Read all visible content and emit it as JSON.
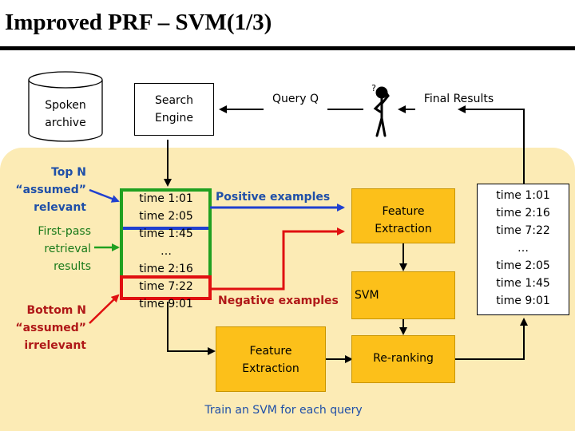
{
  "title": "Improved PRF – SVM(1/3)",
  "nodes": {
    "spoken_archive": [
      "Spoken",
      "archive"
    ],
    "search_engine": [
      "Search",
      "Engine"
    ],
    "query": "Query Q",
    "final_results": "Final Results",
    "user_mark": "?",
    "top_n": [
      "Top N",
      "“assumed”",
      "relevant"
    ],
    "first_pass": [
      "First-pass",
      "retrieval",
      "results"
    ],
    "bottom_n": [
      "Bottom N",
      "“assumed”",
      "irrelevant"
    ],
    "positive_examples": "Positive examples",
    "negative_examples": "Negative examples",
    "feature_extraction_top": [
      "Feature",
      "Extraction"
    ],
    "feature_extraction_bottom": [
      "Feature",
      "Extraction"
    ],
    "svm": "SVM",
    "reranking": "Re-ranking",
    "train_note": "Train an SVM for each query"
  },
  "first_pass_list": [
    "time 1:01",
    "time 2:05",
    "time 1:45",
    "…",
    "time 2:16",
    "time 7:22",
    "time 9:01"
  ],
  "final_list": [
    "time 1:01",
    "time 2:16",
    "time 7:22",
    "…",
    "time 2:05",
    "time 1:45",
    "time 9:01"
  ],
  "colors": {
    "positive": "#2040d0",
    "negative": "#e01010",
    "first_pass": "#20a020",
    "panel": "#fcebb5",
    "box": "#fcc01a"
  }
}
